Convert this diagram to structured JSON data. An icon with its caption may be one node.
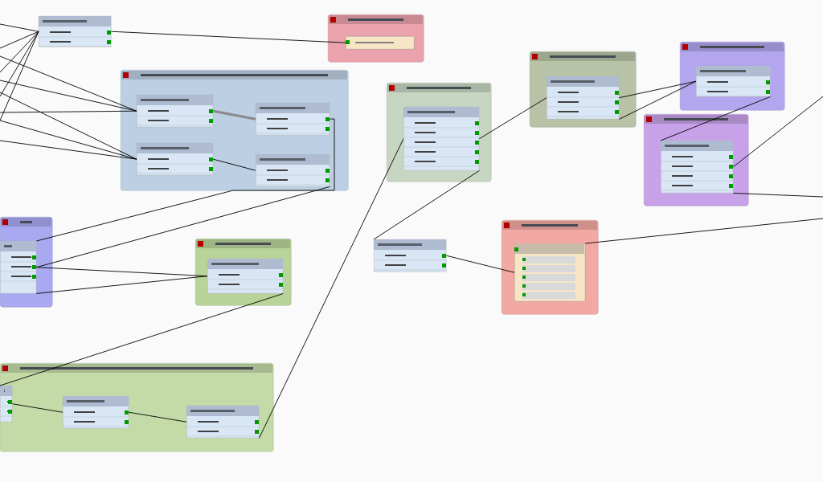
{
  "diagram": {
    "nodes": [
      {
        "text": [],
        "shape": "box"
      },
      {
        "text": [],
        "shape": "box"
      },
      {
        "text": [],
        "shape": "box",
        "in": 1
      },
      {
        "text": [],
        "shape": "box"
      },
      {
        "text": [],
        "shape": "box",
        "in": 3
      },
      {
        "text": [],
        "shape": "box",
        "in": 3
      },
      {
        "text": [],
        "shape": "box",
        "in": 3
      },
      {
        "text": [],
        "shape": "box",
        "in": 3
      },
      {
        "text": [],
        "shape": "box"
      },
      {
        "text": [],
        "shape": "box",
        "in": 8
      },
      {
        "text": [],
        "shape": "box"
      },
      {
        "text": [],
        "shape": "box",
        "in": 10
      },
      {
        "text": [],
        "shape": "box"
      },
      {
        "text": [],
        "shape": "box",
        "in": 12
      },
      {
        "text": [],
        "shape": "box",
        "in": 12
      },
      {
        "text": [],
        "shape": "box",
        "in": 12
      },
      {
        "text": [],
        "shape": "box"
      },
      {
        "text": [],
        "shape": "box",
        "in": 16
      },
      {
        "text": [],
        "shape": "box"
      },
      {
        "text": [],
        "shape": "box",
        "in": 18
      },
      {
        "text": [],
        "shape": "box"
      },
      {
        "text": [],
        "shape": "box",
        "in": 20
      },
      {
        "text": [],
        "shape": "box"
      },
      {
        "text": [],
        "shape": "box",
        "in": 22
      },
      {
        "text": [],
        "shape": "box"
      },
      {
        "text": [],
        "shape": "box"
      },
      {
        "text": [],
        "shape": "box",
        "in": 25
      }
    ],
    "edges": [
      {
        "from": null,
        "to": 0,
        "arrow": "none"
      },
      {
        "from": null,
        "to": 0,
        "arrow": "none"
      },
      {
        "from": null,
        "to": 0,
        "arrow": "none"
      },
      {
        "from": null,
        "to": 0,
        "arrow": "none"
      },
      {
        "from": null,
        "to": 0,
        "arrow": "none"
      },
      {
        "from": null,
        "to": 4,
        "arrow": "none"
      },
      {
        "from": null,
        "to": 4,
        "arrow": "none"
      },
      {
        "from": null,
        "to": 4,
        "arrow": "none"
      },
      {
        "from": null,
        "to": 6,
        "arrow": "none"
      },
      {
        "from": null,
        "to": 6,
        "arrow": "none"
      },
      {
        "from": null,
        "to": 6,
        "arrow": "none"
      },
      {
        "from": 0,
        "to": 2,
        "arrow": "none"
      },
      {
        "from": 4,
        "to": 5,
        "arrow": "none",
        "color": "#8a8a8a",
        "style": "thick"
      },
      {
        "from": 6,
        "to": 7,
        "arrow": "none"
      },
      {
        "from": 9,
        "to": 5,
        "arrow": "none"
      },
      {
        "from": 9,
        "to": 7,
        "arrow": "none"
      },
      {
        "from": 9,
        "to": 11,
        "arrow": "none"
      },
      {
        "from": 9,
        "to": 11,
        "arrow": "none"
      },
      {
        "from": 11,
        "to": 13,
        "arrow": "none"
      },
      {
        "from": 13,
        "to": 14,
        "arrow": "none"
      },
      {
        "from": 14,
        "to": 15,
        "arrow": "none"
      },
      {
        "from": 15,
        "to": 17,
        "arrow": "none"
      },
      {
        "from": 17,
        "to": 19,
        "arrow": "none"
      },
      {
        "from": 17,
        "to": 24,
        "arrow": "none"
      },
      {
        "from": 19,
        "to": 21,
        "arrow": "none"
      },
      {
        "from": 19,
        "to": 21,
        "arrow": "none"
      },
      {
        "from": 21,
        "to": 23,
        "arrow": "none"
      },
      {
        "from": 23,
        "to": null,
        "arrow": "none"
      },
      {
        "from": null,
        "to": 23,
        "arrow": "none"
      },
      {
        "from": 24,
        "to": 26,
        "arrow": "none"
      },
      {
        "from": null,
        "to": 26,
        "arrow": "none"
      }
    ]
  }
}
